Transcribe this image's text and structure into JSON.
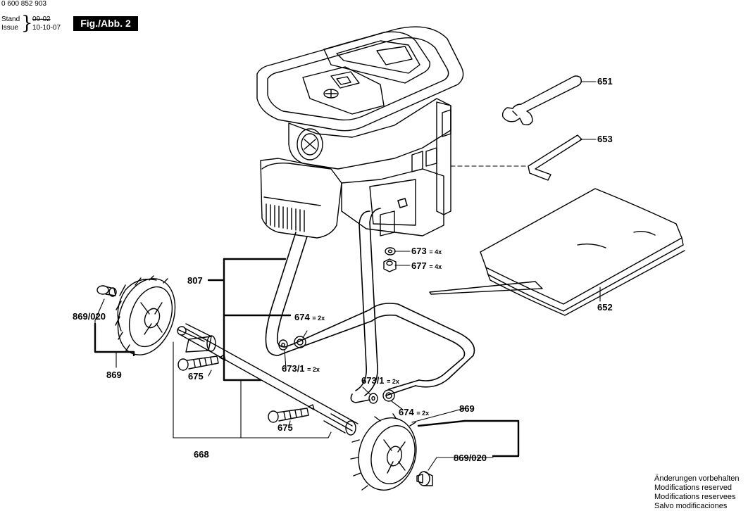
{
  "header": {
    "doc_number": "0 600 852 903",
    "stand_label": "Stand",
    "stand_old": "09-02",
    "issue_label": "Issue",
    "issue_date": "10-10-07",
    "figure_label": "Fig./Abb. 2"
  },
  "callouts": {
    "p651": "651",
    "p653": "653",
    "p673": "673",
    "p673_qty": "= 4x",
    "p677": "677",
    "p677_qty": "= 4x",
    "p652": "652",
    "p807": "807",
    "p674a": "674",
    "p674a_qty": "= 2x",
    "p869_020a": "869/020",
    "p869a": "869",
    "p673_1a": "673/1",
    "p673_1a_qty": "= 2x",
    "p675a": "675",
    "p673_1b": "673/1",
    "p673_1b_qty": "= 2x",
    "p674b": "674",
    "p674b_qty": "= 2x",
    "p675b": "675",
    "p869b": "869",
    "p668": "668",
    "p869_020b": "869/020"
  },
  "notice": [
    "Änderungen vorbehalten",
    "Modifications reserved",
    "Modifications reservees",
    "Salvo modificaciones"
  ]
}
